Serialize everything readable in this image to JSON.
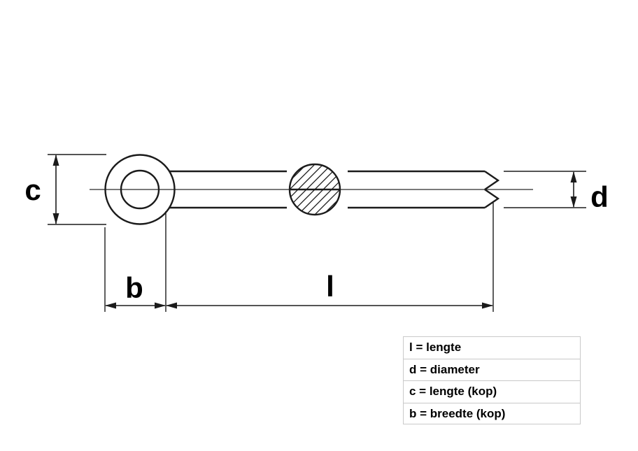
{
  "drawing": {
    "dimension_labels": {
      "c": "c",
      "b": "b",
      "l": "l",
      "d": "d"
    }
  },
  "legend": {
    "rows": [
      "l = lengte",
      "d = diameter",
      "c = lengte (kop)",
      "b = breedte (kop)"
    ]
  },
  "colors": {
    "line": "#1b1b1b",
    "text": "#000000",
    "table_border": "#c9c9c9",
    "background": "#ffffff"
  }
}
